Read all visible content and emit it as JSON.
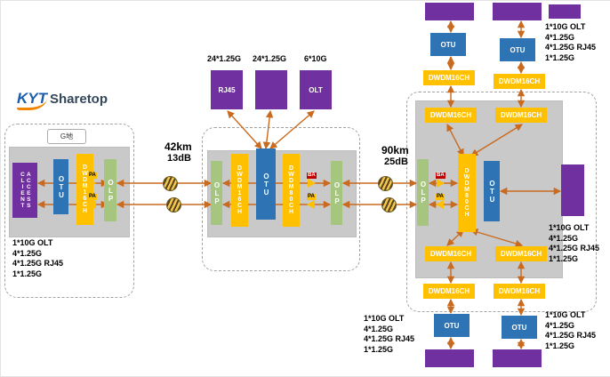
{
  "logo": {
    "mark": "KYT",
    "name": "Sharetop"
  },
  "caption_lines": [
    "1*10G OLT",
    "4*1.25G",
    "4*1.25G RJ45",
    "1*1.25G"
  ],
  "labels": {
    "site_g": "G地",
    "client_access": "CLIENT ACCESS",
    "otu": "OTU",
    "dwdm16": "DWDM16CH",
    "dwdm80": "DWDM80CH",
    "olp": "OLP",
    "pa": "PA",
    "ba": "BA",
    "rj45": "RJ45",
    "olt": "OLT",
    "svc_rj45_count": "24*1.25G",
    "svc_eth_count": "24*1.25G",
    "svc_olt_count": "6*10G"
  },
  "span1": {
    "distance": "42km",
    "loss": "13dB"
  },
  "span2": {
    "distance": "90km",
    "loss": "25dB"
  },
  "colors": {
    "purple": "#7030A0",
    "yellow": "#FFC000",
    "blue": "#2E74B5",
    "green": "#A6C57E",
    "arrow": "#C96A1F",
    "panel_gray": "#C9C9C9"
  }
}
